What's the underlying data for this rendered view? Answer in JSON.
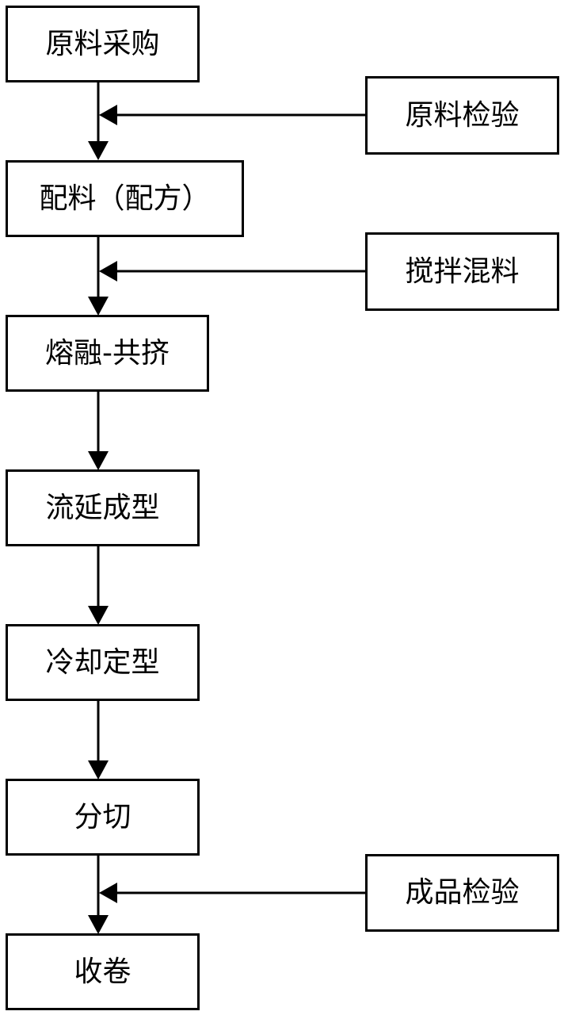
{
  "steps": [
    {
      "label": "原料采购"
    },
    {
      "label": "配料（配方）"
    },
    {
      "label": "熔融-共挤"
    },
    {
      "label": "流延成型"
    },
    {
      "label": "冷却定型"
    },
    {
      "label": "分切"
    },
    {
      "label": "收卷"
    }
  ],
  "side_steps": [
    {
      "label": "原料检验"
    },
    {
      "label": "搅拌混料"
    },
    {
      "label": "成品检验"
    }
  ],
  "colors": {
    "stroke": "#000000",
    "background": "#ffffff"
  }
}
